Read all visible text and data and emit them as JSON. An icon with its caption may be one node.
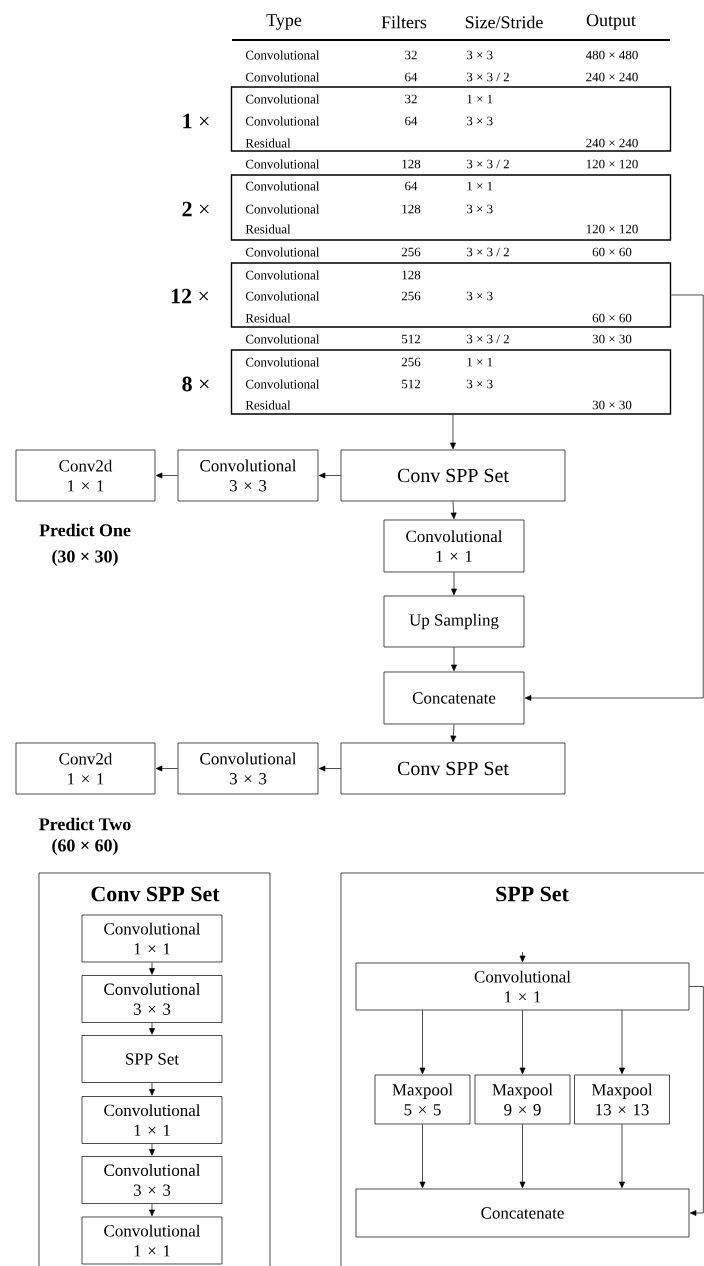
{
  "diagram": {
    "nodes": [
      {
        "text": [
          "Convolutional",
          "32",
          "1 × 1",
          "Convolutional",
          "64",
          "3 × 3",
          "Residual",
          "240 × 240"
        ],
        "beside": [
          "**1** ×"
        ]
      },
      {
        "text": [
          "Convolutional",
          "64",
          "1 × 1",
          "Convolutional",
          "128",
          "3 × 3",
          "Residual",
          "120 × 120"
        ],
        "beside": [
          "**2** ×"
        ]
      },
      {
        "text": [
          "Convolutional",
          "128",
          "Convolutional",
          "256",
          "3 × 3",
          "Residual",
          "60 × 60"
        ],
        "beside": [
          "**12** ×"
        ]
      },
      {
        "text": [
          "Convolutional",
          "256",
          "1 × 1",
          "Convolutional",
          "512",
          "3 × 3",
          "Residual",
          "30 × 30"
        ],
        "beside": [
          "**8** ×"
        ]
      },
      {
        "text": [
          "Conv2d 1 × 1"
        ],
        "beside": [
          "Predict One",
          "(30 × 30)"
        ]
      },
      {
        "text": [
          "Convolutional 3 × 3"
        ]
      },
      {
        "text": [
          "Conv SPP Set"
        ]
      },
      {
        "text": [
          "Convolutional 1 × 1"
        ]
      },
      {
        "text": [
          "Up Sampling"
        ]
      },
      {
        "text": [
          "Concatenate"
        ]
      },
      {
        "text": [
          "Conv2d 1 × 1"
        ],
        "beside": [
          "Predict Two",
          "(60 × 60)"
        ]
      },
      {
        "text": [
          "Convolutional 3 × 3"
        ]
      },
      {
        "text": [
          "Conv SPP Set"
        ]
      },
      {
        "text": [
          "Conv SPP Set"
        ]
      },
      {
        "text": [
          "Convolutional 1 × 1"
        ],
        "in": 13
      },
      {
        "text": [
          "Convolutional 3 × 3"
        ],
        "in": 13
      },
      {
        "text": [
          "SPP Set"
        ],
        "in": 13
      },
      {
        "text": [
          "Convolutional 1 × 1"
        ],
        "in": 13
      },
      {
        "text": [
          "Convolutional 3 × 3"
        ],
        "in": 13
      },
      {
        "text": [
          "Convolutional 1 × 1"
        ],
        "in": 13
      },
      {
        "text": [
          "SPP Set"
        ]
      },
      {
        "text": [
          "Convolutional 1 × 1"
        ],
        "in": 20
      },
      {
        "text": [
          "Maxpool 5 × 5"
        ],
        "in": 20
      },
      {
        "text": [
          "Maxpool 9 × 9"
        ],
        "in": 20
      },
      {
        "text": [
          "Maxpool 13 × 13"
        ],
        "in": 20
      },
      {
        "text": [
          "Concatenate"
        ],
        "in": 20
      }
    ],
    "edges": [
      {
        "from": 3,
        "to": 6,
        "arrow": "to"
      },
      {
        "from": 6,
        "to": 5,
        "arrow": "to"
      },
      {
        "from": 5,
        "to": 4,
        "arrow": "to"
      },
      {
        "from": 6,
        "to": 7,
        "arrow": "to"
      },
      {
        "from": 7,
        "to": 8,
        "arrow": "to"
      },
      {
        "from": 8,
        "to": 9,
        "arrow": "to"
      },
      {
        "from": 2,
        "to": 9,
        "arrow": "to"
      },
      {
        "from": 9,
        "to": 12,
        "arrow": "to"
      },
      {
        "from": 12,
        "to": 11,
        "arrow": "to"
      },
      {
        "from": 11,
        "to": 10,
        "arrow": "to"
      },
      {
        "from": 14,
        "to": 15,
        "arrow": "to"
      },
      {
        "from": 15,
        "to": 16,
        "arrow": "to"
      },
      {
        "from": 16,
        "to": 17,
        "arrow": "to"
      },
      {
        "from": 17,
        "to": 18,
        "arrow": "to"
      },
      {
        "from": 18,
        "to": 19,
        "arrow": "to"
      },
      {
        "from": null,
        "to": 21,
        "arrow": "to"
      },
      {
        "from": 21,
        "to": 22,
        "arrow": "to"
      },
      {
        "from": 21,
        "to": 23,
        "arrow": "to"
      },
      {
        "from": 21,
        "to": 24,
        "arrow": "to"
      },
      {
        "from": 22,
        "to": 25,
        "arrow": "to"
      },
      {
        "from": 23,
        "to": 25,
        "arrow": "to"
      },
      {
        "from": 24,
        "to": 25,
        "arrow": "to"
      },
      {
        "from": 21,
        "to": 25,
        "arrow": "to"
      }
    ],
    "labels": [
      "Type",
      "Filters",
      "Size/Stride",
      "Output",
      "Convolutional",
      "32",
      "3 × 3",
      "480 × 480",
      "Convolutional",
      "64",
      "3 × 3 / 2",
      "240 × 240",
      "Convolutional",
      "128",
      "3 × 3 / 2",
      "120 × 120",
      "Convolutional",
      "256",
      "3 × 3 / 2",
      "60 × 60",
      "Convolutional",
      "512",
      "3 × 3 / 2",
      "30 × 30"
    ]
  }
}
